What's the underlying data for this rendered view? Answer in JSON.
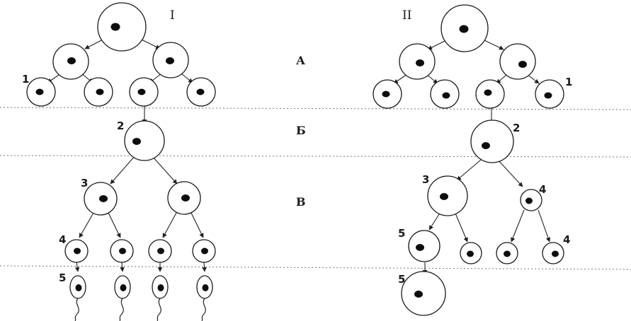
{
  "diagram": {
    "panel_left_title": "I",
    "panel_right_title": "II",
    "stages": [
      "А",
      "Б",
      "В"
    ],
    "left_labels": {
      "l1": "1",
      "l2": "2",
      "l3": "3",
      "l4": "4",
      "l5": "5"
    },
    "right_labels": {
      "r1": "1",
      "r2": "2",
      "r3": "3",
      "r4a": "4",
      "r4b": "4",
      "r5a": "5",
      "r5b": "5"
    }
  }
}
